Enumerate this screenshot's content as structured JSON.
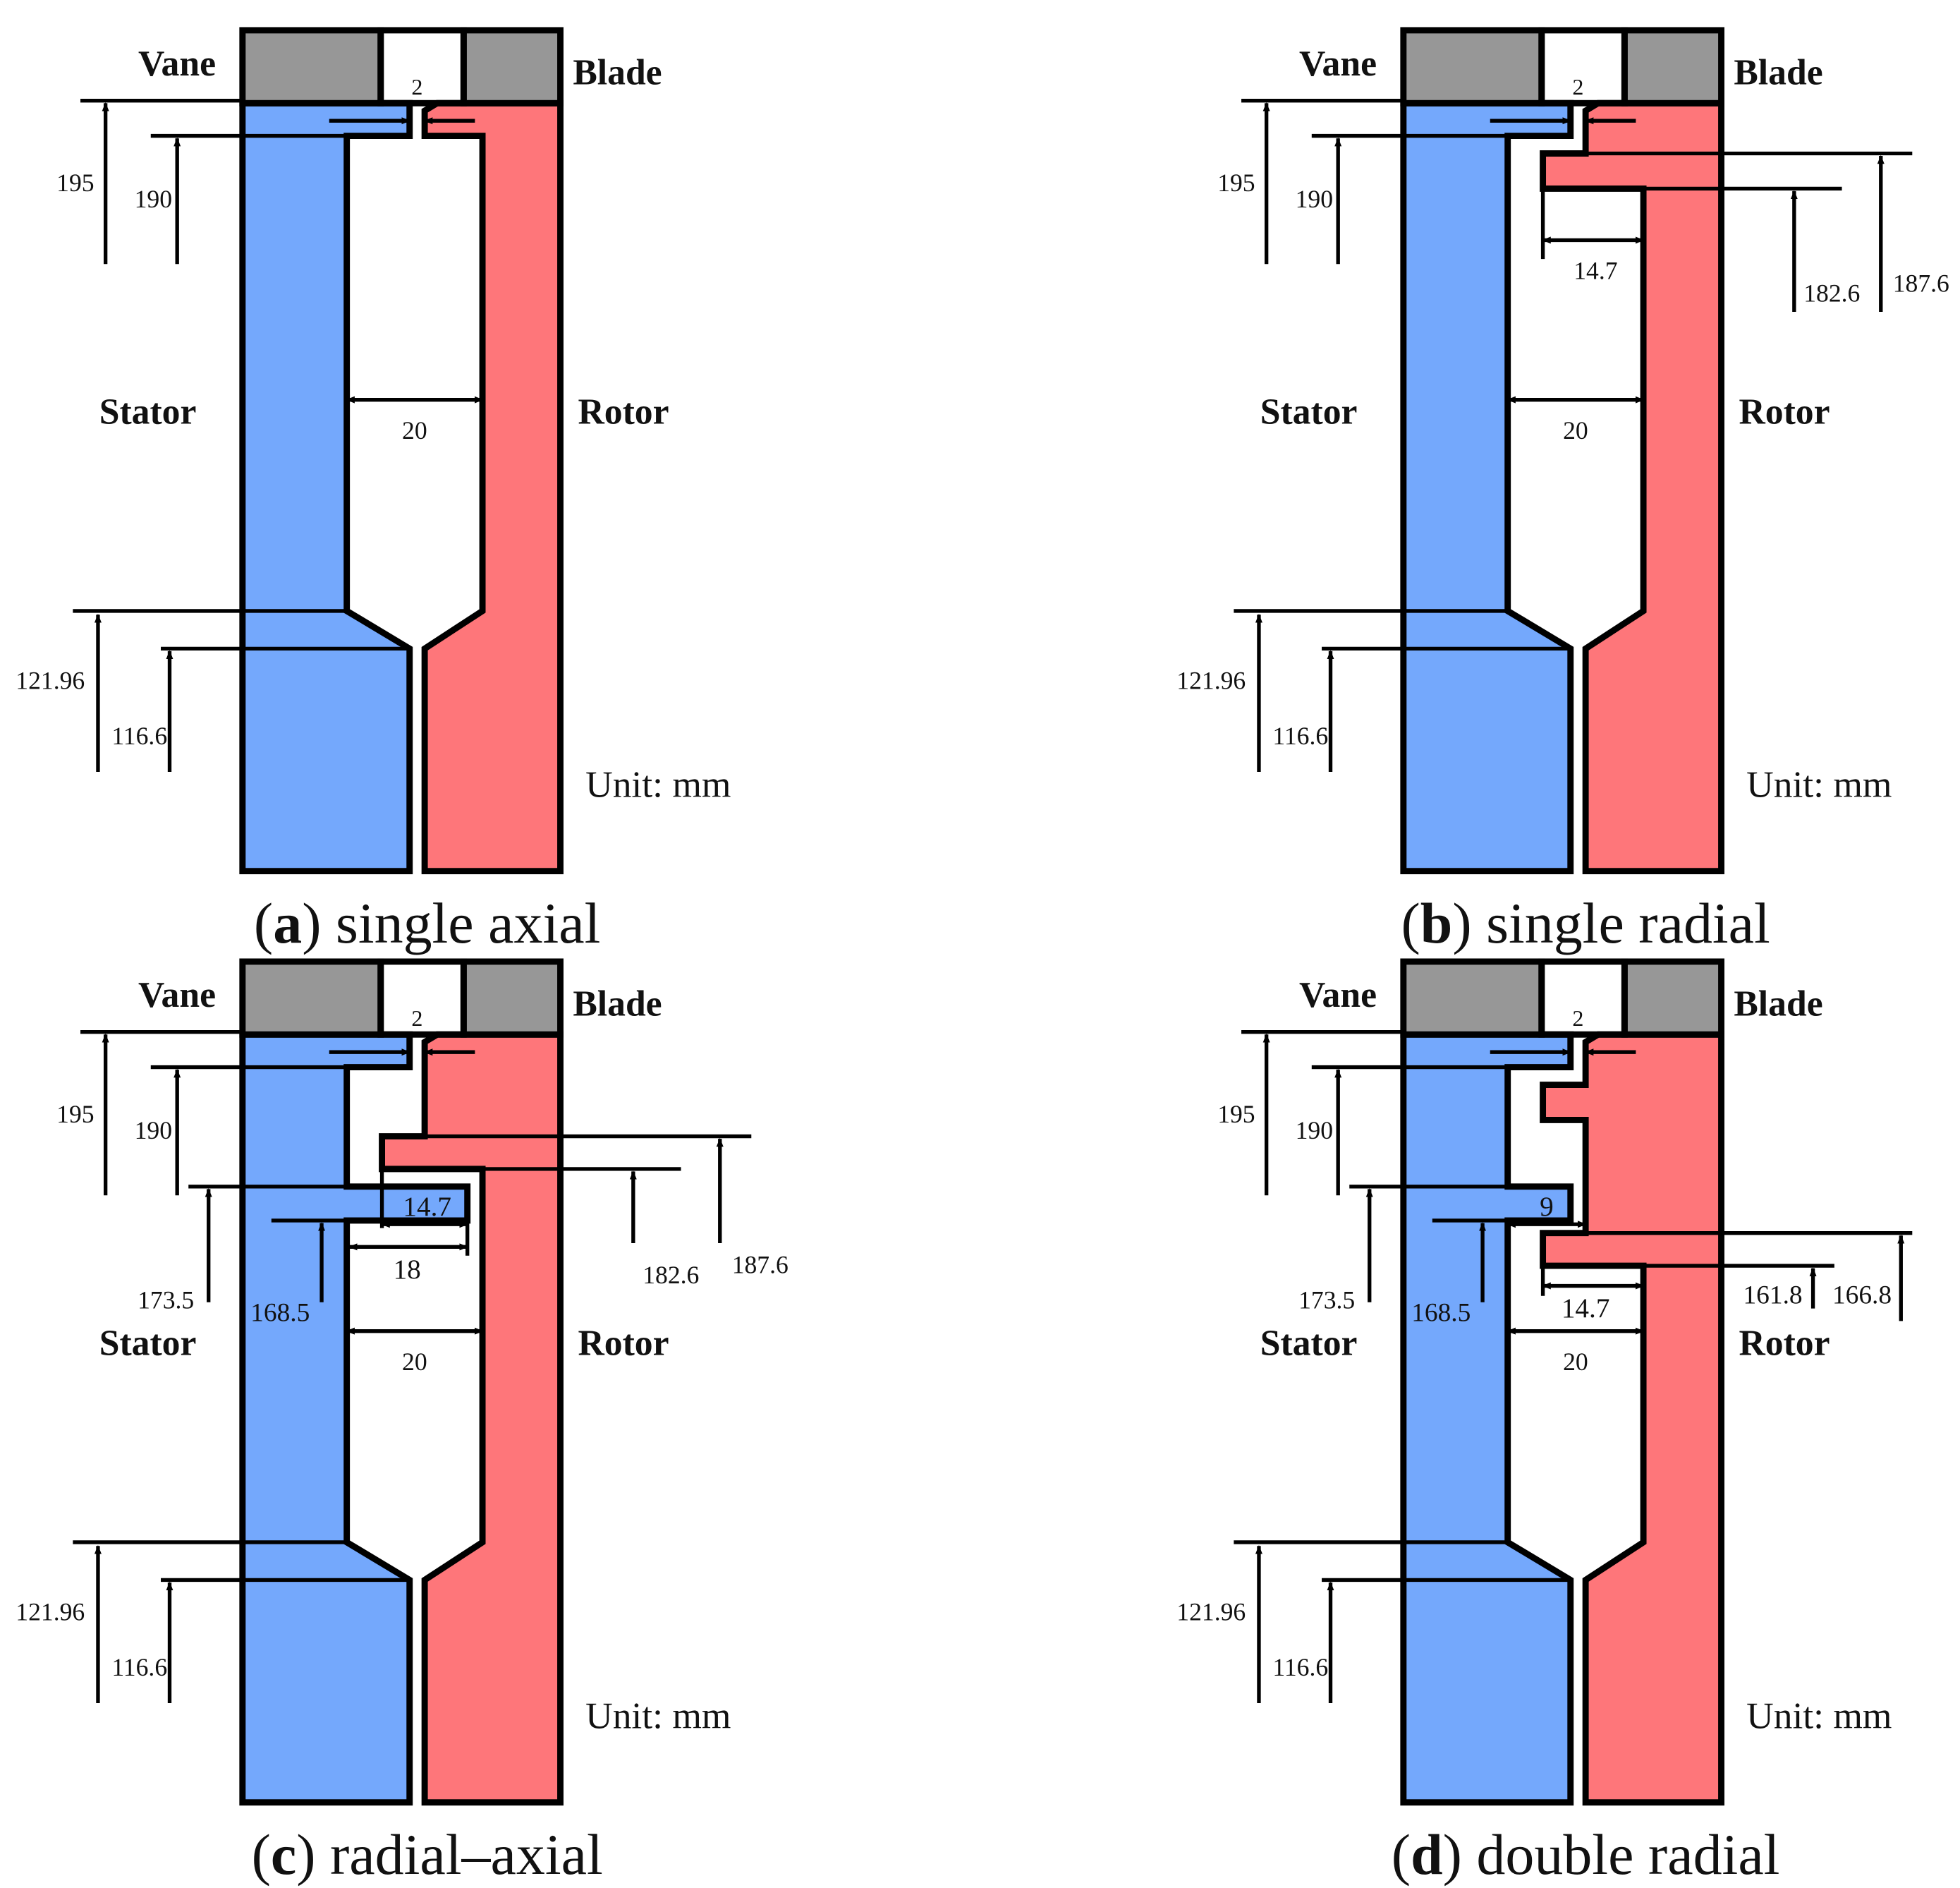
{
  "colors": {
    "stator": "#74a8fc",
    "rotor": "#fe767a",
    "vane_blade": "#979797",
    "outline": "#000000"
  },
  "common_labels": {
    "vane": "Vane",
    "blade": "Blade",
    "stator": "Stator",
    "rotor": "Rotor",
    "unit": "Unit: mm"
  },
  "panels": [
    {
      "id": "a",
      "caption_letter": "a",
      "caption_text": "single axial",
      "dims": {
        "gap": "2",
        "r195": "195",
        "r190": "190",
        "width20": "20",
        "r121": "121.96",
        "r116": "116.6"
      }
    },
    {
      "id": "b",
      "caption_letter": "b",
      "caption_text": "single radial",
      "dims": {
        "gap": "2",
        "r195": "195",
        "r190": "190",
        "tooth_len": "14.7",
        "r182": "182.6",
        "r187": "187.6",
        "width20": "20",
        "r121": "121.96",
        "r116": "116.6"
      }
    },
    {
      "id": "c",
      "caption_letter": "c",
      "caption_text": "radial–axial",
      "dims": {
        "gap": "2",
        "r195": "195",
        "r190": "190",
        "tooth_len": "14.7",
        "r182": "182.6",
        "r187": "187.6",
        "r173": "173.5",
        "r168": "168.5",
        "stator_tooth": "18",
        "width20": "20",
        "r121": "121.96",
        "r116": "116.6"
      }
    },
    {
      "id": "d",
      "caption_letter": "d",
      "caption_text": "double radial",
      "dims": {
        "gap": "2",
        "r195": "195",
        "r190": "190",
        "upper_gap": "9",
        "r173": "173.5",
        "r168": "168.5",
        "tooth_len": "14.7",
        "r161": "161.8",
        "r166": "166.8",
        "width20": "20",
        "r121": "121.96",
        "r116": "116.6"
      }
    }
  ]
}
